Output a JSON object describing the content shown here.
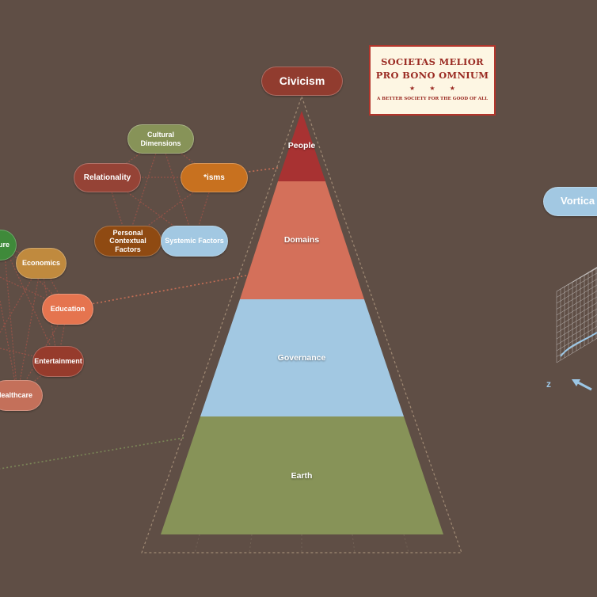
{
  "title": "Civicism",
  "motto": {
    "line1": "SOCIETAS MELIOR",
    "line2": "PRO BONO OMNIUM",
    "stars": "★ ★ ★",
    "subtitle": "A BETTER SOCIETY FOR THE GOOD OF ALL"
  },
  "pyramid": {
    "tiers": [
      {
        "label": "People",
        "color": "#a83232"
      },
      {
        "label": "Domains",
        "color": "#d4705a"
      },
      {
        "label": "Governance",
        "color": "#a2c8e2"
      },
      {
        "label": "Earth",
        "color": "#879358"
      }
    ]
  },
  "people_cluster": [
    {
      "label": "Cultural Dimensions",
      "color": "#879358"
    },
    {
      "label": "Relationality",
      "color": "#954336"
    },
    {
      "label": "*isms",
      "color": "#c8711f"
    },
    {
      "label": "Personal Contextual Factors",
      "color": "#8f4a12"
    },
    {
      "label": "Systemic Factors",
      "color": "#a2c8e2"
    }
  ],
  "domains_cluster": [
    {
      "label": "ure",
      "color": "#3f8a3a"
    },
    {
      "label": "Economics",
      "color": "#c08a3e"
    },
    {
      "label": "Education",
      "color": "#e5744f"
    },
    {
      "label": "Entertainment",
      "color": "#963b2c"
    },
    {
      "label": "Healthcare",
      "color": "#c4705a"
    }
  ],
  "vortical_label": "Vortica",
  "axis_label_z": "z",
  "colors": {
    "background": "#5f4e45",
    "title_pill": "#913c2f",
    "dotted_line": "#d27257",
    "green_dotted": "#7f8e5a",
    "grid": "#dcdcdc"
  }
}
